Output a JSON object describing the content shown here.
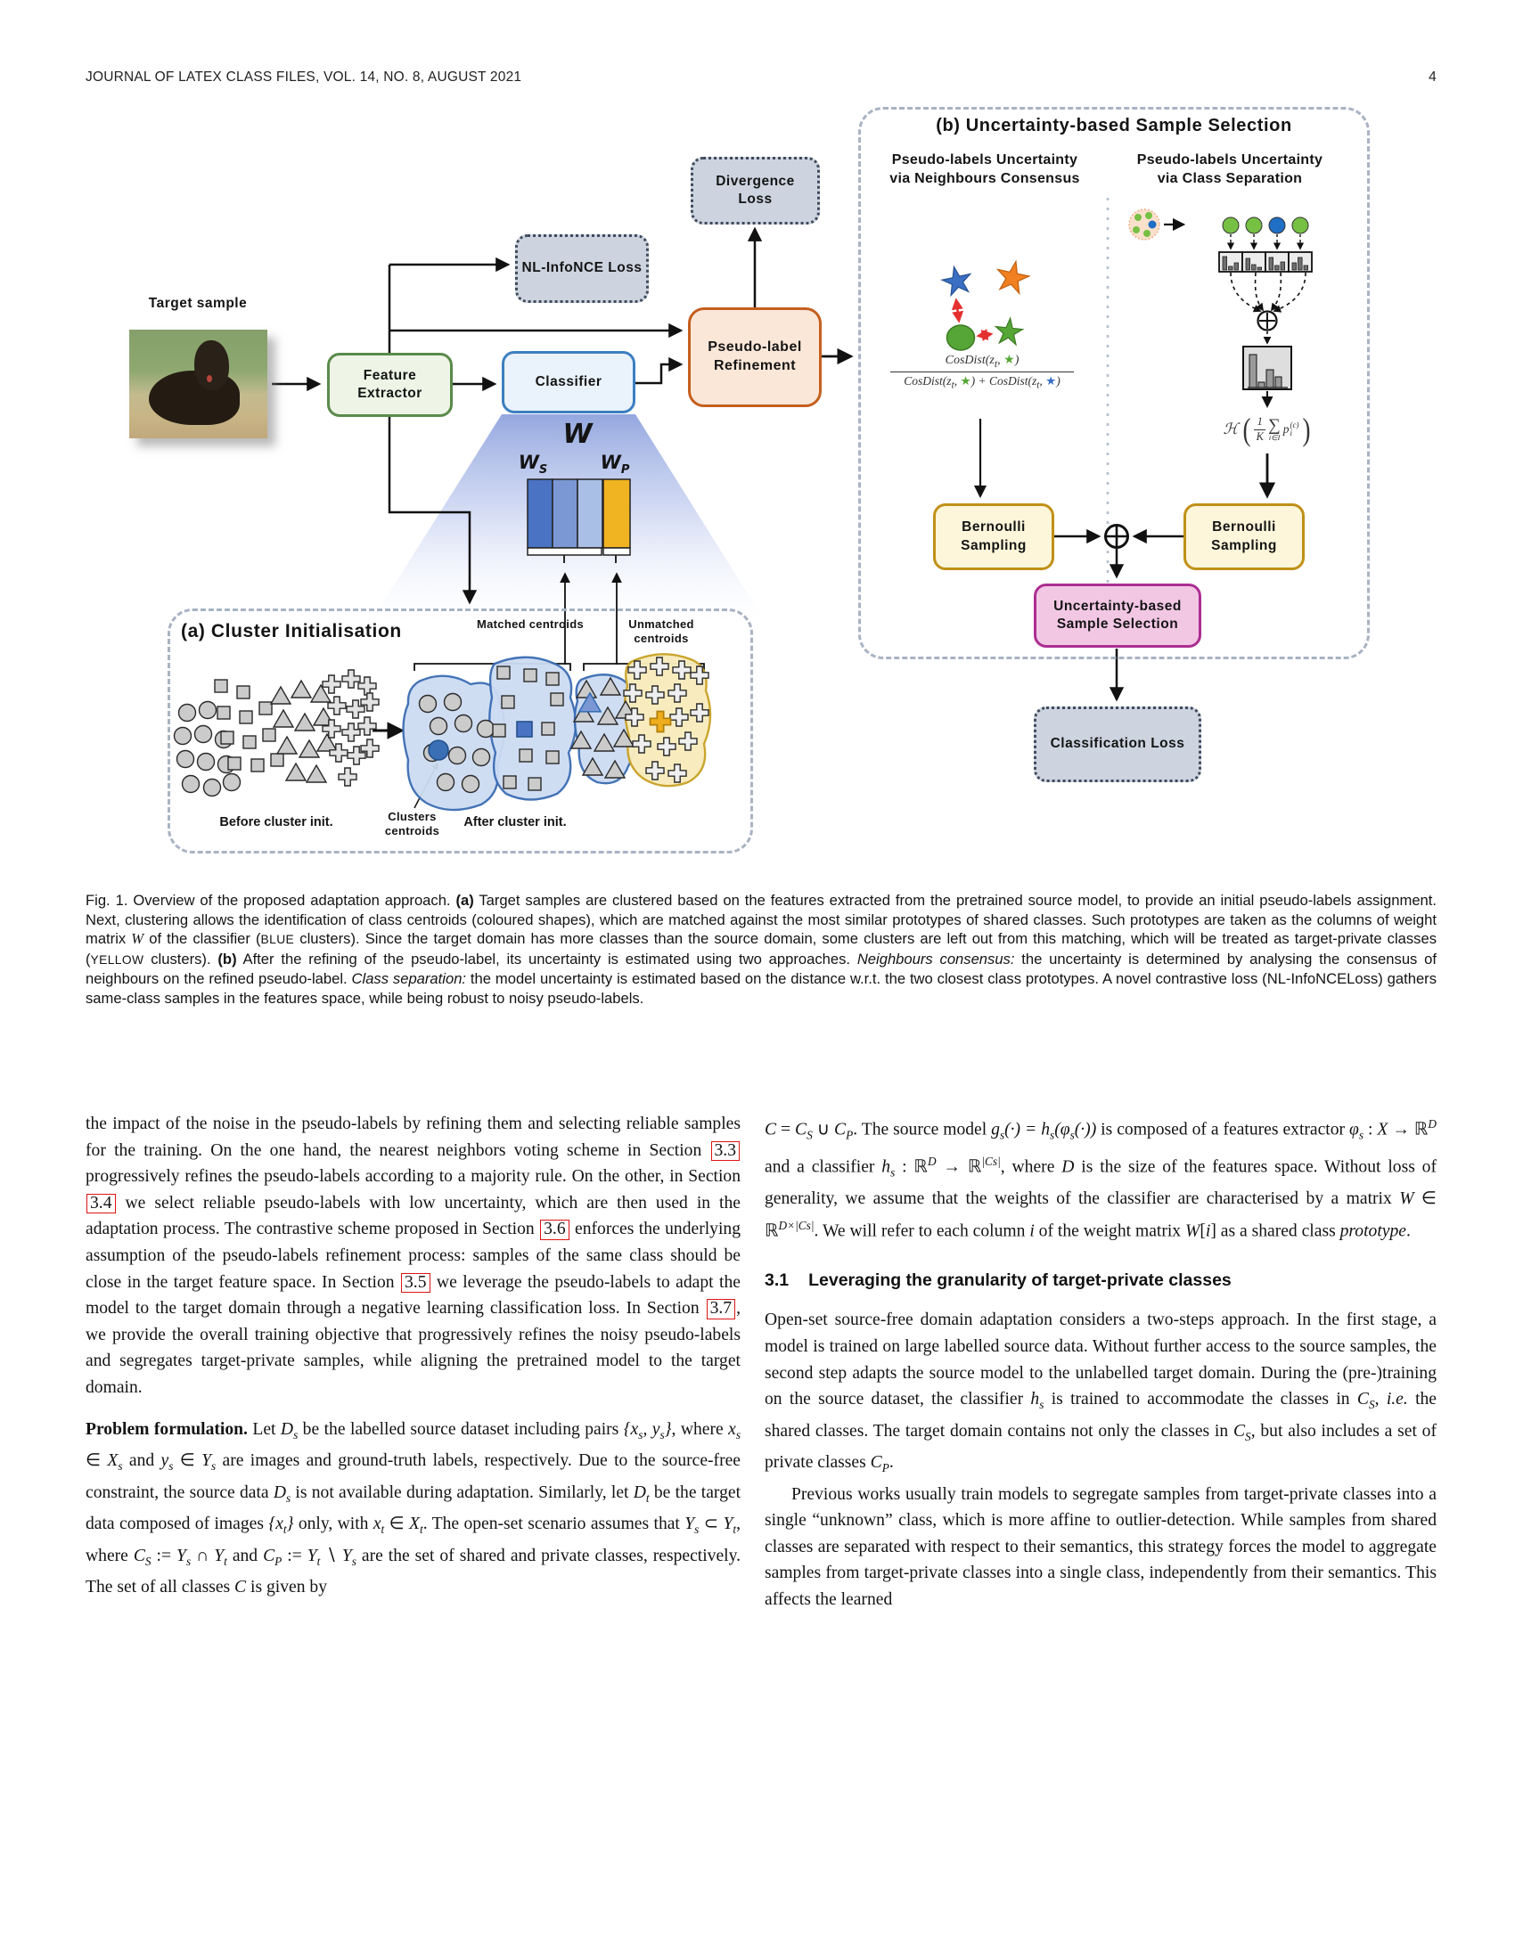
{
  "page": {
    "header": "JOURNAL OF LATEX CLASS FILES, VOL. 14, NO. 8, AUGUST 2021",
    "page_number": "4"
  },
  "colors": {
    "feature_extractor_border": "#5a8a4a",
    "classifier_border": "#3c7fc0",
    "refinement_border": "#c45f1e",
    "loss_fill": "#cdd4e0",
    "bernoulli_border": "#c09018",
    "selection_border": "#ab2e91",
    "matched_blue": "#4a73c4",
    "private_yellow": "#f0b422",
    "consensus_green": "#55a636",
    "consensus_blue": "#3a6fc4",
    "consensus_orange": "#f08020",
    "uncertainty_red": "#e53030"
  },
  "figure": {
    "target_sample_label": "Target sample",
    "feature_extractor": "Feature Extractor",
    "classifier": "Classifier",
    "nl_infonce_loss": "NL-InfoNCE Loss",
    "divergence_loss": "Divergence Loss",
    "pseudo_label_refinement": "Pseudo-label Refinement",
    "weight_matrix": {
      "w": "W",
      "ws_base": "W",
      "ws_sub": "S",
      "wp_base": "W",
      "wp_sub": "P"
    },
    "matched_centroids": "Matched centroids",
    "unmatched_centroids": "Unmatched centroids",
    "panel_a": {
      "title": "(a) Cluster Initialisation",
      "before": "Before cluster init.",
      "clusters_centroids": "Clusters centroids",
      "after": "After cluster init."
    },
    "panel_b": {
      "title": "(b) Uncertainty-based Sample Selection",
      "subtitle_left": "Pseudo-labels Uncertainty via Neighbours Consensus",
      "subtitle_right": "Pseudo-labels Uncertainty via Class Separation",
      "consensus_formula": {
        "fn": "CosDist",
        "z": "z",
        "sub": "t",
        "star": "★",
        "plus": "+"
      },
      "entropy_formula": {
        "H": "ℋ",
        "num": "1",
        "den": "K",
        "sum": "∑",
        "sum_sub": "i∈I",
        "p": "p",
        "p_sub": "i",
        "p_sup": "(c)"
      },
      "bernoulli_left": "Bernoulli Sampling",
      "bernoulli_right": "Bernoulli Sampling",
      "uncertainty_selection": "Uncertainty-based Sample Selection",
      "classification_loss": "Classification Loss"
    }
  },
  "caption": {
    "segments": [
      [
        "Fig. 1.  Overview of the proposed adaptation approach. ",
        ""
      ],
      [
        "(a)",
        "b"
      ],
      [
        " Target samples are clustered based on the features extracted from the pretrained source model, to provide an initial pseudo-labels assignment. Next, clustering allows the identification of class centroids (coloured shapes), which are matched against the most similar prototypes of shared classes. Such prototypes are taken as the columns of weight matrix ",
        ""
      ],
      [
        "W",
        "m"
      ],
      [
        " of the classifier (",
        ""
      ],
      [
        "BLUE",
        "sc"
      ],
      [
        " clusters). Since the target domain has more classes than the source domain, some clusters are left out from this matching, which will be treated as target-private classes (",
        ""
      ],
      [
        "YELLOW",
        "sc"
      ],
      [
        " clusters). ",
        ""
      ],
      [
        "(b)",
        "b"
      ],
      [
        " After the refining of the pseudo-label, its uncertainty is estimated using two approaches. ",
        ""
      ],
      [
        "Neighbours consensus:",
        "i"
      ],
      [
        " the uncertainty is determined by analysing the consensus of neighbours on the refined pseudo-label. ",
        ""
      ],
      [
        "Class separation:",
        "i"
      ],
      [
        " the model uncertainty is estimated based on the distance w.r.t. the two closest class prototypes. A novel contrastive loss (NL-InfoNCELoss) gathers same-class samples in the features space, while being robust to noisy pseudo-labels.",
        ""
      ]
    ]
  },
  "body": {
    "left": [
      {
        "segments": [
          [
            "the impact of the noise in the pseudo-labels by refining them and selecting reliable samples for the training. On the one hand, the nearest neighbors voting scheme in Section ",
            ""
          ],
          [
            "3.3",
            "ref"
          ],
          [
            " progressively refines the pseudo-labels according to a majority rule. On the other, in Section ",
            ""
          ],
          [
            "3.4",
            "ref"
          ],
          [
            " we select reliable pseudo-labels with low uncertainty, which are then used in the adaptation process. The contrastive scheme proposed in Section ",
            ""
          ],
          [
            "3.6",
            "ref"
          ],
          [
            " enforces the underlying assumption of the pseudo-labels refinement process: samples of the same class should be close in the target feature space. In Section ",
            ""
          ],
          [
            "3.5",
            "ref"
          ],
          [
            " we leverage the pseudo-labels to adapt the model to the target domain through a negative learning classification loss. In Section ",
            ""
          ],
          [
            "3.7",
            "ref"
          ],
          [
            ", we provide the overall training objective that progressively refines the noisy pseudo-labels and segregates target-private samples, while aligning the pretrained model to the target domain.",
            ""
          ]
        ]
      },
      {
        "top_margin": true,
        "segments": [
          [
            "Problem formulation.",
            "b"
          ],
          [
            " Let ",
            ""
          ],
          [
            "D",
            "m"
          ],
          [
            "s",
            "msub"
          ],
          [
            " be the labelled source dataset including pairs ",
            ""
          ],
          [
            "{x",
            "m"
          ],
          [
            "s",
            "msub"
          ],
          [
            ", y",
            "m"
          ],
          [
            "s",
            "msub"
          ],
          [
            "}",
            "m"
          ],
          [
            ", where ",
            ""
          ],
          [
            "x",
            "m"
          ],
          [
            "s",
            "msub"
          ],
          [
            " ∈ ",
            ""
          ],
          [
            "X",
            "m"
          ],
          [
            "s",
            "msub"
          ],
          [
            " and ",
            ""
          ],
          [
            "y",
            "m"
          ],
          [
            "s",
            "msub"
          ],
          [
            " ∈ ",
            ""
          ],
          [
            "Y",
            "m"
          ],
          [
            "s",
            "msub"
          ],
          [
            " are images and ground-truth labels, respectively. Due to the source-free constraint, the source data ",
            ""
          ],
          [
            "D",
            "m"
          ],
          [
            "s",
            "msub"
          ],
          [
            " is not available during adaptation. Similarly, let ",
            ""
          ],
          [
            "D",
            "m"
          ],
          [
            "t",
            "msub"
          ],
          [
            " be the target data composed of images ",
            ""
          ],
          [
            "{x",
            "m"
          ],
          [
            "t",
            "msub"
          ],
          [
            "}",
            "m"
          ],
          [
            " only, with ",
            ""
          ],
          [
            "x",
            "m"
          ],
          [
            "t",
            "msub"
          ],
          [
            " ∈ ",
            ""
          ],
          [
            "X",
            "m"
          ],
          [
            "t",
            "msub"
          ],
          [
            ". The open-set scenario assumes that ",
            ""
          ],
          [
            "Y",
            "m"
          ],
          [
            "s",
            "msub"
          ],
          [
            " ⊂ ",
            ""
          ],
          [
            "Y",
            "m"
          ],
          [
            "t",
            "msub"
          ],
          [
            ", where ",
            ""
          ],
          [
            "C",
            "m"
          ],
          [
            "S",
            "msub"
          ],
          [
            " := ",
            ""
          ],
          [
            "Y",
            "m"
          ],
          [
            "s",
            "msub"
          ],
          [
            " ∩ ",
            ""
          ],
          [
            "Y",
            "m"
          ],
          [
            "t",
            "msub"
          ],
          [
            " and ",
            ""
          ],
          [
            "C",
            "m"
          ],
          [
            "P",
            "msub"
          ],
          [
            " := ",
            ""
          ],
          [
            "Y",
            "m"
          ],
          [
            "t",
            "msub"
          ],
          [
            " ∖ ",
            ""
          ],
          [
            "Y",
            "m"
          ],
          [
            "s",
            "msub"
          ],
          [
            " are the set of shared and private classes, respectively. The set of all classes ",
            ""
          ],
          [
            "C",
            "m"
          ],
          [
            " is given by",
            ""
          ]
        ]
      }
    ],
    "right": [
      {
        "segments": [
          [
            "C",
            "m"
          ],
          [
            " = ",
            ""
          ],
          [
            "C",
            "m"
          ],
          [
            "S",
            "msub"
          ],
          [
            " ∪ ",
            ""
          ],
          [
            "C",
            "m"
          ],
          [
            "P",
            "msub"
          ],
          [
            ". The source model ",
            ""
          ],
          [
            "g",
            "m"
          ],
          [
            "s",
            "msub"
          ],
          [
            "(·) = ",
            "m"
          ],
          [
            "h",
            "m"
          ],
          [
            "s",
            "msub"
          ],
          [
            "(φ",
            "m"
          ],
          [
            "s",
            "msub"
          ],
          [
            "(·))",
            "m"
          ],
          [
            " is composed of a features extractor ",
            ""
          ],
          [
            "φ",
            "m"
          ],
          [
            "s",
            "msub"
          ],
          [
            " : ",
            ""
          ],
          [
            "X",
            "m"
          ],
          [
            " → ℝ",
            ""
          ],
          [
            "D",
            "sup"
          ],
          [
            " and a classifier ",
            ""
          ],
          [
            "h",
            "m"
          ],
          [
            "s",
            "msub"
          ],
          [
            " : ℝ",
            ""
          ],
          [
            "D",
            "sup"
          ],
          [
            " → ℝ",
            ""
          ],
          [
            "|Cs|",
            "sup"
          ],
          [
            ", where ",
            ""
          ],
          [
            "D",
            "m"
          ],
          [
            " is the size of the features space. Without loss of generality, we assume that the weights of the classifier are characterised by a matrix ",
            ""
          ],
          [
            "W",
            "m"
          ],
          [
            " ∈ ℝ",
            ""
          ],
          [
            "D×|Cs|",
            "sup"
          ],
          [
            ". We will refer to each column ",
            ""
          ],
          [
            "i",
            "m"
          ],
          [
            " of the weight matrix ",
            ""
          ],
          [
            "W",
            "m"
          ],
          [
            "[",
            ""
          ],
          [
            "i",
            "m"
          ],
          [
            "]",
            ""
          ],
          [
            " as a shared class ",
            ""
          ],
          [
            "prototype",
            "m"
          ],
          [
            ".",
            ""
          ]
        ]
      },
      {
        "heading": {
          "number": "3.1",
          "text": "Leveraging the granularity of target-private classes"
        }
      },
      {
        "segments": [
          [
            "Open-set source-free domain adaptation considers a two-steps approach. In the first stage, a model is trained on large labelled source data. Without further access to the source samples, the second step adapts the source model to the unlabelled target domain. During the (pre-)training on the source dataset, the classifier ",
            ""
          ],
          [
            "h",
            "m"
          ],
          [
            "s",
            "msub"
          ],
          [
            " is trained to accommodate the classes in ",
            ""
          ],
          [
            "C",
            "m"
          ],
          [
            "S",
            "msub"
          ],
          [
            ", ",
            ""
          ],
          [
            "i.e.",
            "i"
          ],
          [
            " the shared classes. The target domain contains not only the classes in ",
            ""
          ],
          [
            "C",
            "m"
          ],
          [
            "S",
            "msub"
          ],
          [
            ", but also includes a set of private classes ",
            ""
          ],
          [
            "C",
            "m"
          ],
          [
            "P",
            "msub"
          ],
          [
            ".",
            ""
          ]
        ]
      },
      {
        "indent": true,
        "segments": [
          [
            "Previous works usually train models to segregate samples from target-private classes into a single “unknown” class, which is more affine to outlier-detection. While samples from shared classes are separated with respect to their semantics, this strategy forces the model to aggregate samples from target-private classes into a single class, independently from their semantics. This affects the learned",
            ""
          ]
        ]
      }
    ]
  }
}
